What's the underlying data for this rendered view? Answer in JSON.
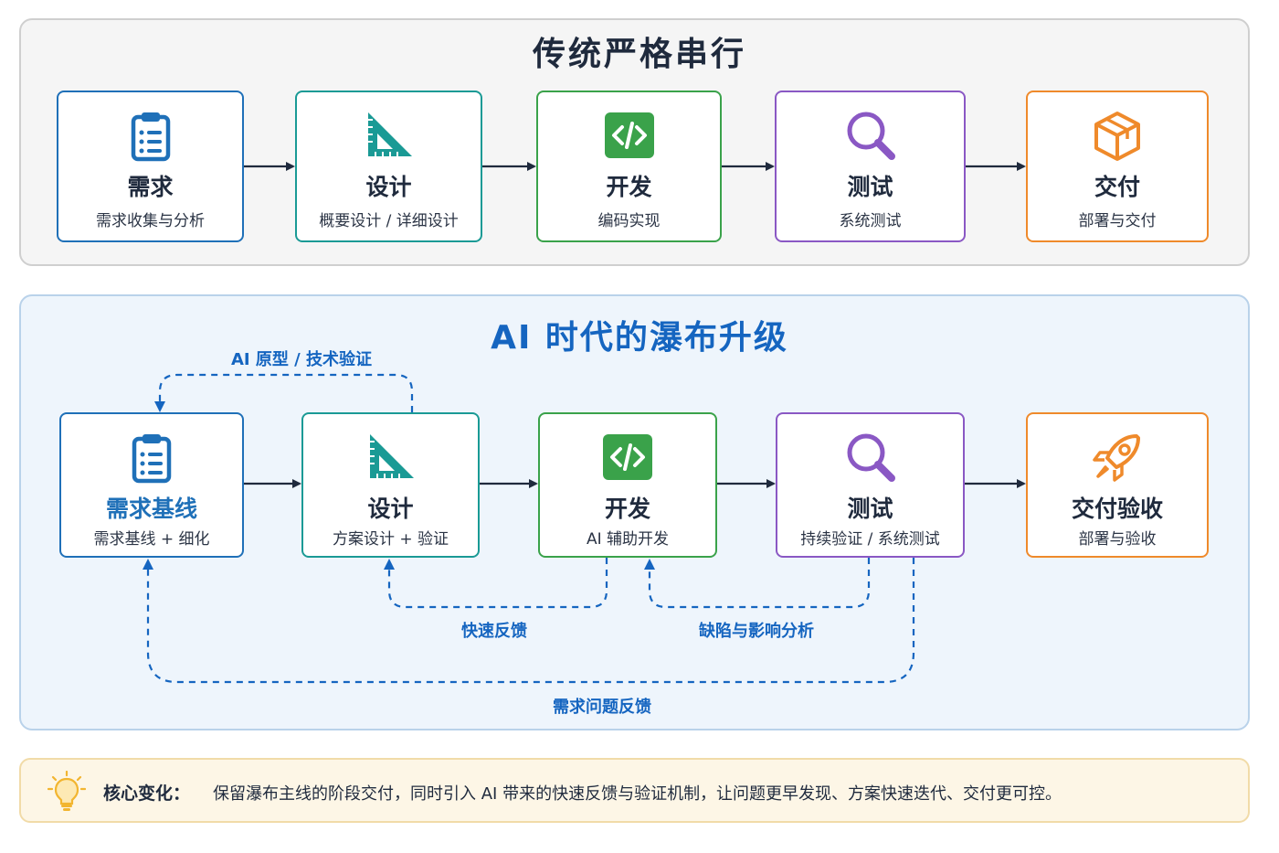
{
  "traditional": {
    "title": "传统严格串行",
    "stages": [
      {
        "title": "需求",
        "subtitle": "需求收集与分析",
        "icon": "clipboard-icon"
      },
      {
        "title": "设计",
        "subtitle": "概要设计 / 详细设计",
        "icon": "set-square-icon"
      },
      {
        "title": "开发",
        "subtitle": "编码实现",
        "icon": "code-icon"
      },
      {
        "title": "测试",
        "subtitle": "系统测试",
        "icon": "magnifier-icon"
      },
      {
        "title": "交付",
        "subtitle": "部署与交付",
        "icon": "package-icon"
      }
    ]
  },
  "ai": {
    "title": "AI 时代的瀑布升级",
    "stages": [
      {
        "title": "需求基线",
        "subtitle": "需求基线 + 细化",
        "icon": "clipboard-icon"
      },
      {
        "title": "设计",
        "subtitle": "方案设计 + 验证",
        "icon": "set-square-icon"
      },
      {
        "title": "开发",
        "subtitle": "AI 辅助开发",
        "icon": "code-icon"
      },
      {
        "title": "测试",
        "subtitle": "持续验证 / 系统测试",
        "icon": "magnifier-icon"
      },
      {
        "title": "交付验收",
        "subtitle": "部署与验收",
        "icon": "rocket-icon"
      }
    ],
    "feedback": {
      "prototype": "AI 原型 / 技术验证",
      "fast": "快速反馈",
      "defect": "缺陷与影响分析",
      "requirement": "需求问题反馈"
    }
  },
  "note": {
    "label": "核心变化：",
    "text": "保留瀑布主线的阶段交付，同时引入 AI 带来的快速反馈与验证机制，让问题更早发现、方案快速迭代、交付更可控。",
    "icon": "lightbulb-icon"
  },
  "colors": {
    "blue": "#1f70b8",
    "teal": "#1a9a95",
    "green": "#3aa24a",
    "purple": "#8a58c4",
    "orange": "#ef8a2b",
    "feedback": "#1565c0"
  }
}
